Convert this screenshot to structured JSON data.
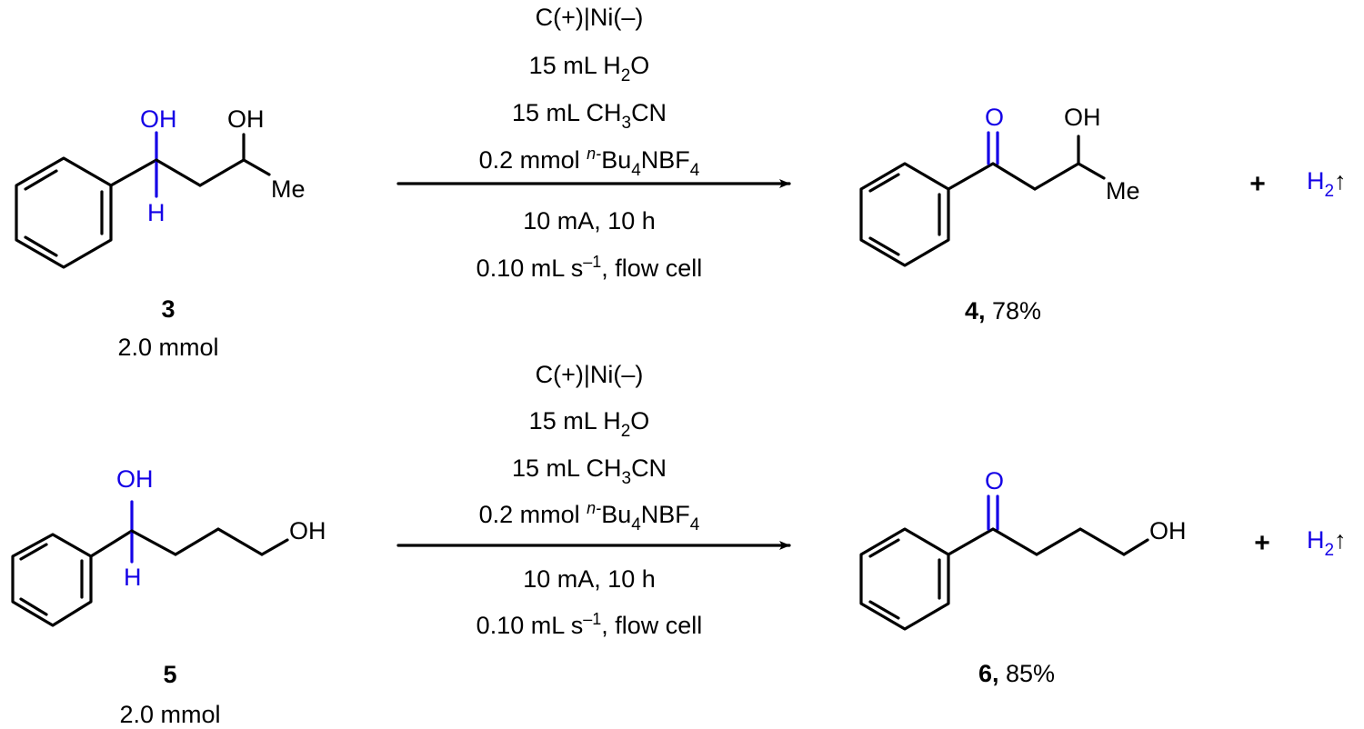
{
  "colors": {
    "highlight": "#1400e6",
    "ink": "#000000",
    "background": "#ffffff"
  },
  "reactions": [
    {
      "conditions": {
        "electrodes": "C(+)|Ni(–)",
        "water_vol": "15 mL H",
        "water_sub": "2",
        "water_tail": "O",
        "acn_vol": "15 mL CH",
        "acn_sub": "3",
        "acn_tail": "CN",
        "salt_amount": "0.2 mmol ",
        "salt_prefix": "n-",
        "salt_a": "Bu",
        "salt_sub1": "4",
        "salt_b": "NBF",
        "salt_sub2": "4",
        "current_time": "10 mA,  10 h",
        "flow_a": "0.10 mL s",
        "flow_exp": "–1",
        "flow_b": ", flow cell"
      },
      "reactant": {
        "number": "3",
        "amount": "2.0 mmol",
        "atoms": {
          "oh_highlight": "OH",
          "h_highlight": "H",
          "oh": "OH",
          "me": "Me"
        }
      },
      "product": {
        "number": "4,",
        "yield": " 78%",
        "atoms": {
          "o_highlight": "O",
          "oh": "OH",
          "me": "Me"
        }
      },
      "byproduct": {
        "plus": "+",
        "h": "H",
        "sub": "2",
        "arrow": "↑"
      }
    },
    {
      "conditions": {
        "electrodes": "C(+)|Ni(–)",
        "water_vol": "15 mL H",
        "water_sub": "2",
        "water_tail": "O",
        "acn_vol": "15 mL CH",
        "acn_sub": "3",
        "acn_tail": "CN",
        "salt_amount": "0.2 mmol ",
        "salt_prefix": "n-",
        "salt_a": "Bu",
        "salt_sub1": "4",
        "salt_b": "NBF",
        "salt_sub2": "4",
        "current_time": "10 mA,  10 h",
        "flow_a": "0.10 mL s",
        "flow_exp": "–1",
        "flow_b": ", flow cell"
      },
      "reactant": {
        "number": "5",
        "amount": "2.0 mmol",
        "atoms": {
          "oh_highlight": "OH",
          "h_highlight": "H",
          "oh": "OH"
        }
      },
      "product": {
        "number": "6,",
        "yield": " 85%",
        "atoms": {
          "o_highlight": "O",
          "oh": "OH"
        }
      },
      "byproduct": {
        "plus": "+",
        "h": "H",
        "sub": "2",
        "arrow": "↑"
      }
    }
  ]
}
